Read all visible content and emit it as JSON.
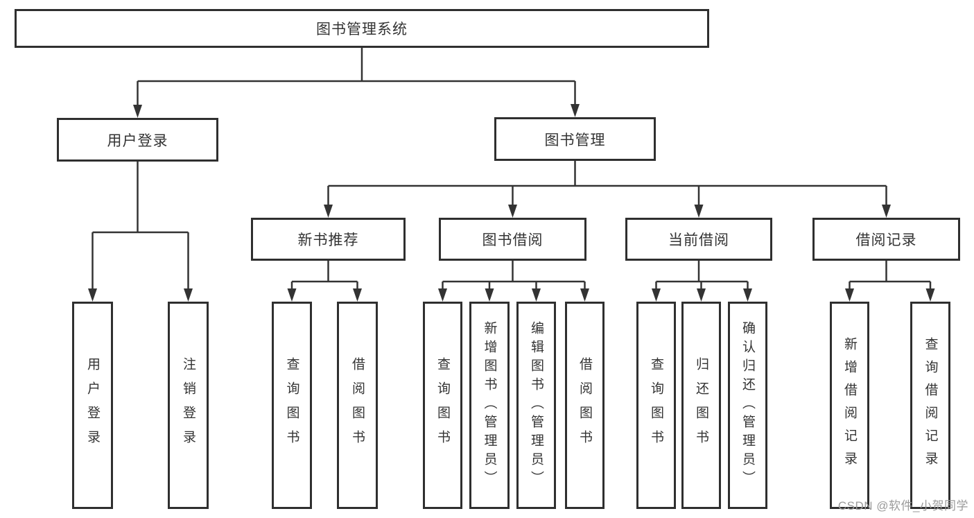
{
  "diagram": {
    "title": "图书管理系统",
    "level2": [
      {
        "label": "用户登录"
      },
      {
        "label": "图书管理"
      }
    ],
    "level3": [
      {
        "label": "新书推荐",
        "parent": "图书管理"
      },
      {
        "label": "图书借阅",
        "parent": "图书管理"
      },
      {
        "label": "当前借阅",
        "parent": "图书管理"
      },
      {
        "label": "借阅记录",
        "parent": "图书管理"
      }
    ],
    "leaves": [
      {
        "label": "用户登录",
        "parent": "用户登录"
      },
      {
        "label": "注销登录",
        "parent": "用户登录"
      },
      {
        "label": "查询图书",
        "parent": "新书推荐"
      },
      {
        "label": "借阅图书",
        "parent": "新书推荐"
      },
      {
        "label": "查询图书",
        "parent": "图书借阅"
      },
      {
        "label": "新增图书（管理员）",
        "parent": "图书借阅"
      },
      {
        "label": "编辑图书（管理员）",
        "parent": "图书借阅"
      },
      {
        "label": "借阅图书",
        "parent": "图书借阅"
      },
      {
        "label": "查询图书",
        "parent": "当前借阅"
      },
      {
        "label": "归还图书",
        "parent": "当前借阅"
      },
      {
        "label": "确认归还（管理员）",
        "parent": "当前借阅"
      },
      {
        "label": "新增借阅记录",
        "parent": "借阅记录"
      },
      {
        "label": "查询借阅记录",
        "parent": "借阅记录"
      }
    ]
  },
  "watermark": {
    "text": "CSDN @软件_小贺同学"
  },
  "colors": {
    "line": "#333333",
    "box_border": "#2f2f2f",
    "text": "#333333",
    "watermark": "#9b9b9b",
    "background": "#ffffff"
  }
}
